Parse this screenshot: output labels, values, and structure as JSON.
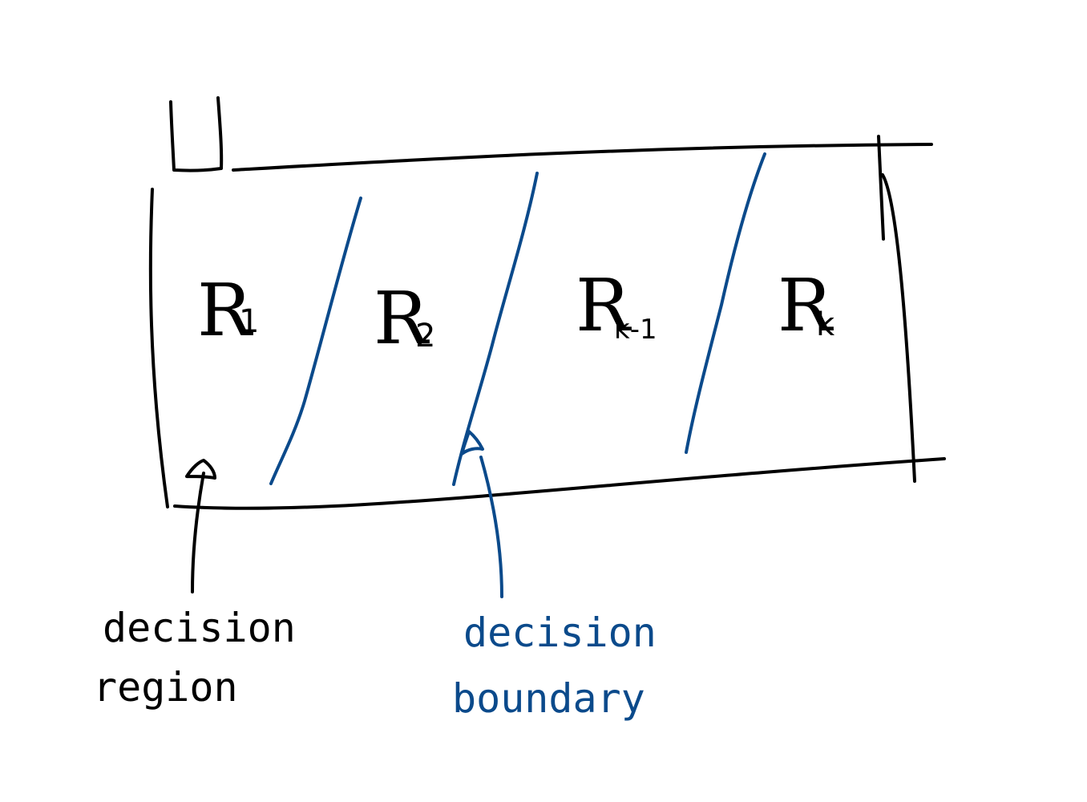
{
  "regions": [
    {
      "letter": "R",
      "sub": "1"
    },
    {
      "letter": "R",
      "sub": "2"
    },
    {
      "letter": "R",
      "sub": "k-1"
    },
    {
      "letter": "R",
      "sub": "k"
    }
  ],
  "annotations": {
    "region_caption_line1": "decision",
    "region_caption_line2": "region",
    "boundary_caption_line1": "decision",
    "boundary_caption_line2": "boundary"
  },
  "colors": {
    "ink": "#000000",
    "boundary": "#0b4a8b",
    "background": "#ffffff"
  }
}
